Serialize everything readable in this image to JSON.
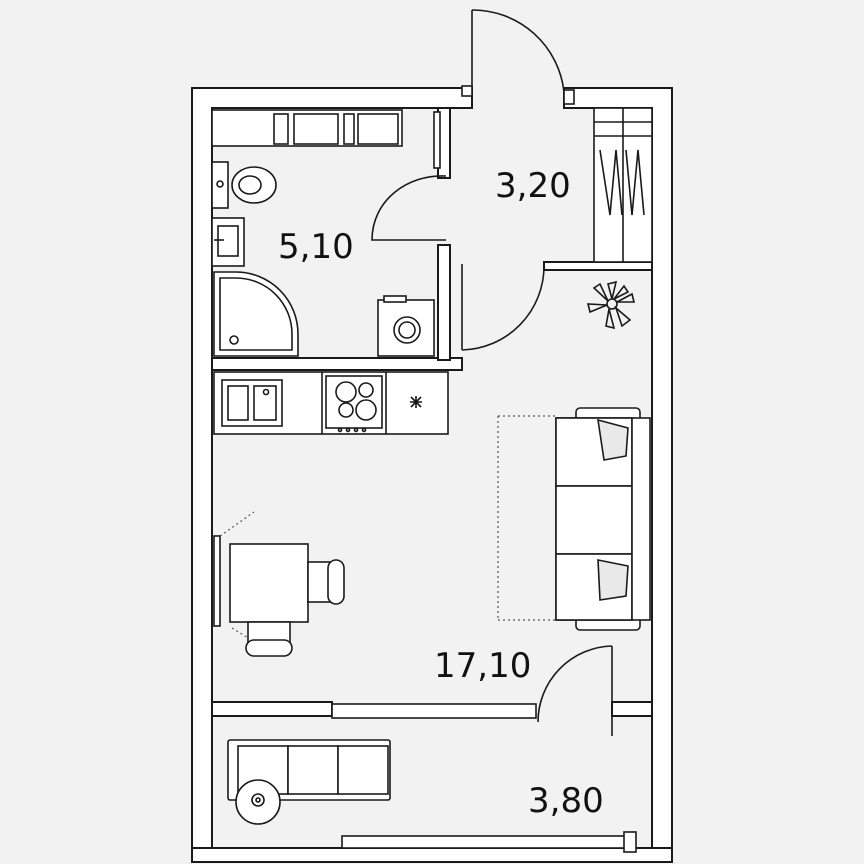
{
  "floorplan": {
    "rooms": [
      {
        "id": "bathroom",
        "area": "5,10"
      },
      {
        "id": "hallway",
        "area": "3,20"
      },
      {
        "id": "living",
        "area": "17,10"
      },
      {
        "id": "balcony",
        "area": "3,80"
      }
    ]
  }
}
